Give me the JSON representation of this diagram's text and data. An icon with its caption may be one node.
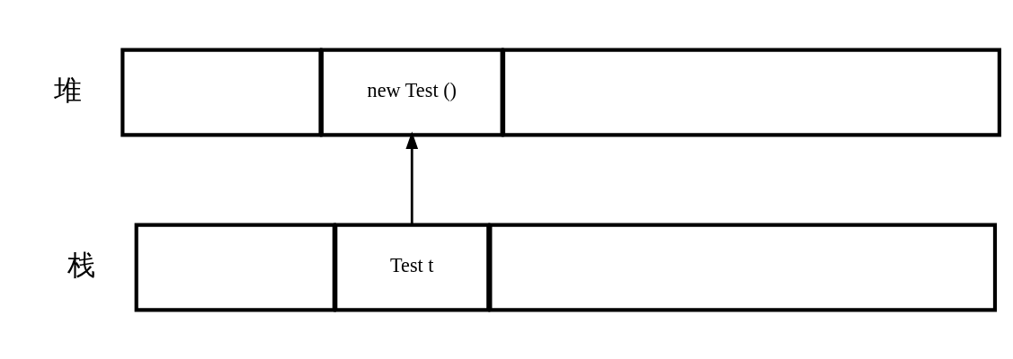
{
  "diagram": {
    "nodes": [
      {
        "text": [],
        "shape": "box"
      },
      {
        "text": [
          "new Test ()"
        ]
      },
      {
        "text": [],
        "shape": "box"
      },
      {
        "text": [],
        "shape": "box"
      },
      {
        "text": [
          "Test t"
        ]
      },
      {
        "text": [],
        "shape": "box"
      }
    ],
    "edges": [
      {
        "from": 4,
        "to": 1,
        "arrow": "to"
      }
    ],
    "labels": [
      "堆",
      "栈"
    ]
  }
}
